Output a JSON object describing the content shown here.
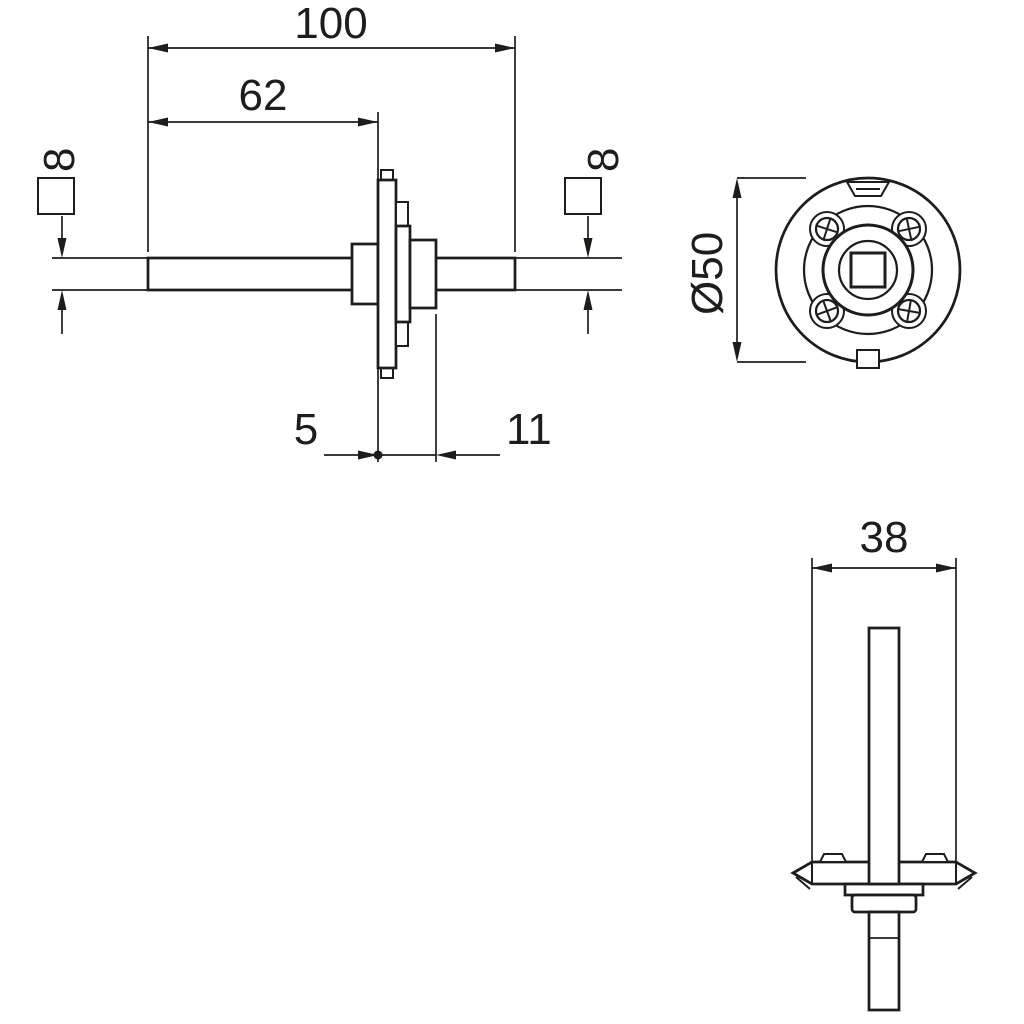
{
  "drawing": {
    "background": "#ffffff",
    "line_color": "#1d1d1b"
  },
  "views": {
    "side": {
      "label": "side-view",
      "dims": {
        "overall": "100",
        "inner": "62",
        "square_left": "8",
        "square_right": "8",
        "plate_offset": "5",
        "hub_depth": "11"
      }
    },
    "front": {
      "label": "front-view",
      "dims": {
        "diameter": "Ø50"
      }
    },
    "bottom": {
      "label": "bottom-view",
      "dims": {
        "width": "38"
      }
    }
  }
}
